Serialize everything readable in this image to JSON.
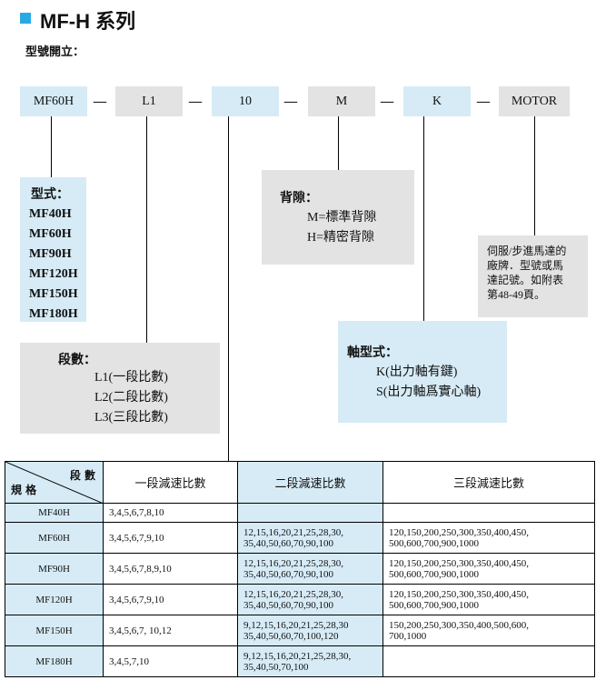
{
  "title": "MF-H  系列",
  "subtitle": "型號開立：",
  "code": {
    "parts": [
      "MF60H",
      "L1",
      "10",
      "M",
      "K",
      "MOTOR"
    ],
    "dash": "—"
  },
  "model_box": {
    "head": "型式：",
    "items": [
      "MF40H",
      "MF60H",
      "MF90H",
      "MF120H",
      "MF150H",
      "MF180H"
    ]
  },
  "stage_box": {
    "head": "段數：",
    "items": [
      "L1(一段比數)",
      "L2(二段比數)",
      "L3(三段比數)"
    ]
  },
  "backlash_box": {
    "head": "背隙：",
    "items": [
      "M=標準背隙",
      "H=精密背隙"
    ]
  },
  "shaft_box": {
    "head": "軸型式：",
    "items": [
      "K(出力軸有鍵)",
      "S(出力軸爲實心軸)"
    ]
  },
  "motor_note": {
    "lines": [
      "伺服/步進馬達的",
      "廠牌．型號或馬",
      "達記號。如附表",
      "第48-49頁。"
    ]
  },
  "table": {
    "corner_top": "段 數",
    "corner_bottom": "規 格",
    "headers": [
      "一段減速比數",
      "二段減速比數",
      "三段減速比數"
    ],
    "rows": [
      {
        "model": "MF40H",
        "one": "3,4,5,6,7,8,10",
        "two": [
          "",
          ""
        ],
        "three": [
          "",
          ""
        ]
      },
      {
        "model": "MF60H",
        "one": "3,4,5,6,7,9,10",
        "two": [
          "12,15,16,20,21,25,28,30,",
          "35,40,50,60,70,90,100"
        ],
        "three": [
          "120,150,200,250,300,350,400,450,",
          "500,600,700,900,1000"
        ]
      },
      {
        "model": "MF90H",
        "one": "3,4,5,6,7,8,9,10",
        "two": [
          "12,15,16,20,21,25,28,30,",
          "35,40,50,60,70,90,100"
        ],
        "three": [
          "120,150,200,250,300,350,400,450,",
          "500,600,700,900,1000"
        ]
      },
      {
        "model": "MF120H",
        "one": "3,4,5,6,7,9,10",
        "two": [
          "12,15,16,20,21,25,28,30,",
          "35,40,50,60,70,90,100"
        ],
        "three": [
          "120,150,200,250,300,350,400,450,",
          "500,600,700,900,1000"
        ]
      },
      {
        "model": "MF150H",
        "one": "3,4,5,6,7, 10,12",
        "two": [
          "9,12,15,16,20,21,25,28,30",
          "35,40,50,60,70,100,120"
        ],
        "three": [
          "150,200,250,300,350,400,500,600,",
          "700,1000"
        ]
      },
      {
        "model": "MF180H",
        "one": "3,4,5,7,10",
        "two": [
          "9,12,15,16,20,21,25,28,30,",
          "35,40,50,70,100"
        ],
        "three": [
          "",
          ""
        ]
      }
    ]
  }
}
